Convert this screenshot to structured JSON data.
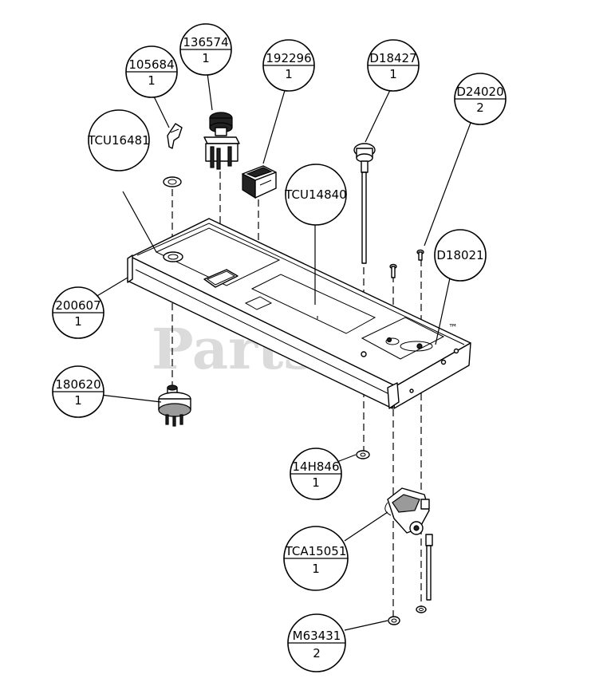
{
  "watermark": {
    "text": "PartsTree",
    "mark": "™"
  },
  "callouts": [
    {
      "id": "105684",
      "part": "105684",
      "qty": "1"
    },
    {
      "id": "136574",
      "part": "136574",
      "qty": "1"
    },
    {
      "id": "192296",
      "part": "192296",
      "qty": "1"
    },
    {
      "id": "D18427",
      "part": "D18427",
      "qty": "1"
    },
    {
      "id": "D24020",
      "part": "D24020",
      "qty": "2"
    },
    {
      "id": "TCU16481",
      "part": "TCU16481",
      "qty": ""
    },
    {
      "id": "TCU14840",
      "part": "TCU14840",
      "qty": ""
    },
    {
      "id": "D18021",
      "part": "D18021",
      "qty": ""
    },
    {
      "id": "200607",
      "part": "200607",
      "qty": "1"
    },
    {
      "id": "180620",
      "part": "180620",
      "qty": "1"
    },
    {
      "id": "14H846",
      "part": "14H846",
      "qty": "1"
    },
    {
      "id": "TCA15051",
      "part": "TCA15051",
      "qty": "1"
    },
    {
      "id": "M63431",
      "part": "M63431",
      "qty": "2"
    }
  ]
}
